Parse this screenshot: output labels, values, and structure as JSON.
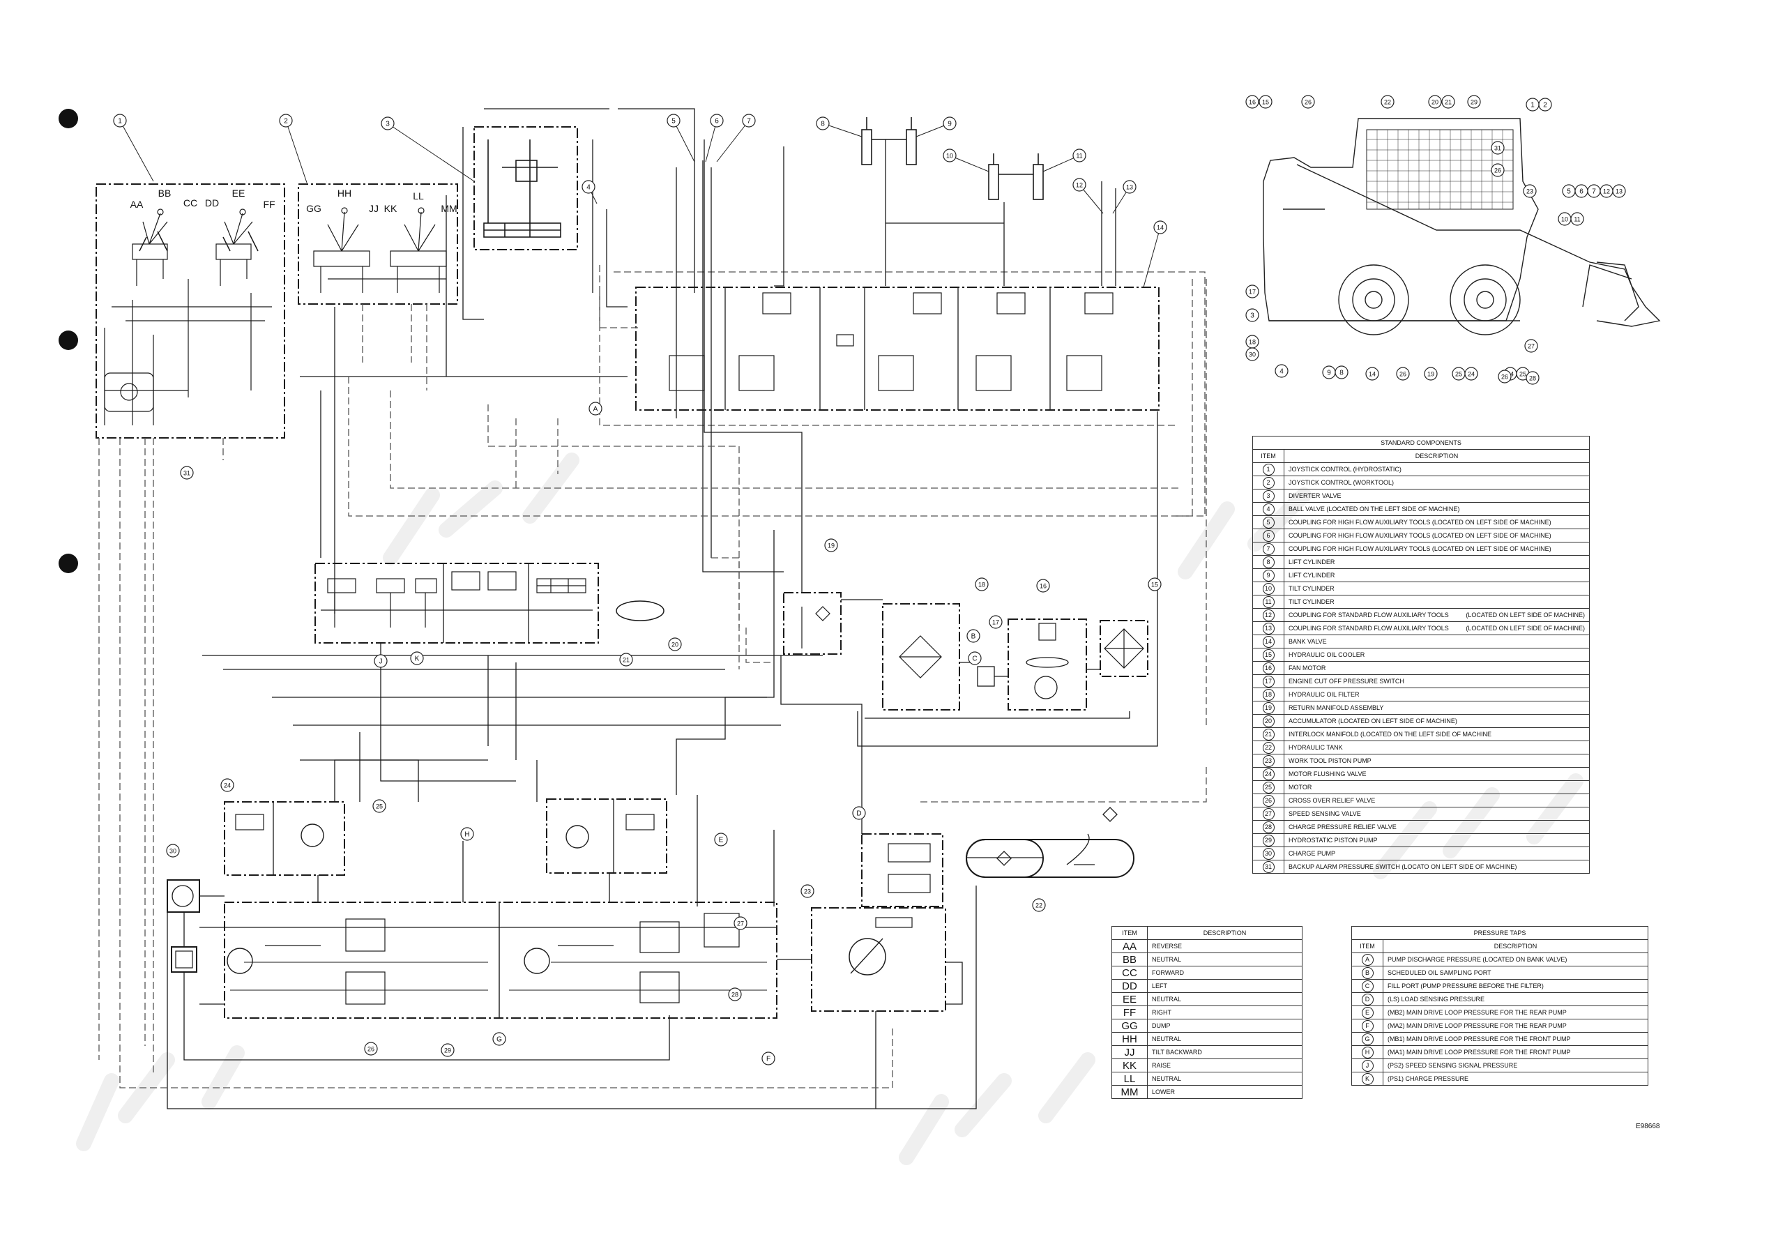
{
  "document_code": "E98668",
  "top_labels": [
    "1",
    "2",
    "3",
    "4",
    "5",
    "6",
    "7",
    "8",
    "9",
    "10",
    "11",
    "12",
    "13",
    "14"
  ],
  "joystick1_labels": [
    "AA",
    "BB",
    "CC",
    "DD",
    "EE",
    "FF"
  ],
  "joystick2_labels": [
    "GG",
    "HH",
    "JJ",
    "KK",
    "LL",
    "MM"
  ],
  "tap_letters": [
    "A",
    "B",
    "C",
    "D",
    "E",
    "F",
    "G",
    "H",
    "J",
    "K"
  ],
  "circuit_numbers": [
    "15",
    "16",
    "17",
    "18",
    "19",
    "20",
    "21",
    "22",
    "23",
    "24",
    "25",
    "26",
    "27",
    "28",
    "29",
    "30",
    "31"
  ],
  "machine_callouts": {
    "top": [
      "16",
      "15",
      "26",
      "22",
      "20",
      "21",
      "29",
      "1",
      "2"
    ],
    "right": [
      "31",
      "26",
      "23",
      "5",
      "6",
      "7",
      "12",
      "13",
      "10",
      "11"
    ],
    "left": [
      "17",
      "3",
      "18",
      "30",
      "4"
    ],
    "bottom": [
      "9",
      "8",
      "14",
      "26",
      "19",
      "25",
      "24",
      "24",
      "25",
      "27",
      "26",
      "28"
    ]
  },
  "standard_components": {
    "title": "STANDARD COMPONENTS",
    "col_item": "ITEM",
    "col_desc": "DESCRIPTION",
    "rows": [
      {
        "n": "1",
        "d": "JOYSTICK CONTROL (HYDROSTATIC)"
      },
      {
        "n": "2",
        "d": "JOYSTICK CONTROL (WORKTOOL)"
      },
      {
        "n": "3",
        "d": "DIVERTER VALVE"
      },
      {
        "n": "4",
        "d": "BALL VALVE (LOCATED ON THE LEFT SIDE OF MACHINE)"
      },
      {
        "n": "5",
        "d": "COUPLING FOR HIGH FLOW AUXILIARY TOOLS (LOCATED ON LEFT SIDE OF MACHINE)"
      },
      {
        "n": "6",
        "d": "COUPLING FOR HIGH FLOW AUXILIARY TOOLS (LOCATED ON LEFT SIDE OF MACHINE)"
      },
      {
        "n": "7",
        "d": "COUPLING FOR HIGH FLOW AUXILIARY TOOLS (LOCATED ON LEFT SIDE OF MACHINE)"
      },
      {
        "n": "8",
        "d": "LIFT CYLINDER"
      },
      {
        "n": "9",
        "d": "LIFT CYLINDER"
      },
      {
        "n": "10",
        "d": "TILT CYLINDER"
      },
      {
        "n": "11",
        "d": "TILT CYLINDER"
      },
      {
        "n": "12",
        "d": "COUPLING FOR STANDARD FLOW AUXILIARY TOOLS",
        "d2": "(LOCATED ON LEFT SIDE OF MACHINE)"
      },
      {
        "n": "13",
        "d": "COUPLING FOR STANDARD FLOW AUXILIARY TOOLS",
        "d2": "(LOCATED ON LEFT SIDE OF MACHINE)"
      },
      {
        "n": "14",
        "d": "BANK VALVE"
      },
      {
        "n": "15",
        "d": "HYDRAULIC OIL COOLER"
      },
      {
        "n": "16",
        "d": "FAN MOTOR"
      },
      {
        "n": "17",
        "d": "ENGINE CUT OFF PRESSURE SWITCH"
      },
      {
        "n": "18",
        "d": "HYDRAULIC OIL FILTER"
      },
      {
        "n": "19",
        "d": "RETURN MANIFOLD ASSEMBLY"
      },
      {
        "n": "20",
        "d": "ACCUMULATOR (LOCATED ON LEFT SIDE OF MACHINE)"
      },
      {
        "n": "21",
        "d": "INTERLOCK MANIFOLD (LOCATED ON THE LEFT SIDE OF MACHINE"
      },
      {
        "n": "22",
        "d": "HYDRAULIC TANK"
      },
      {
        "n": "23",
        "d": "WORK TOOL PISTON PUMP"
      },
      {
        "n": "24",
        "d": "MOTOR FLUSHING VALVE"
      },
      {
        "n": "25",
        "d": "MOTOR"
      },
      {
        "n": "26",
        "d": "CROSS OVER RELIEF VALVE"
      },
      {
        "n": "27",
        "d": "SPEED SENSING VALVE"
      },
      {
        "n": "28",
        "d": "CHARGE PRESSURE RELIEF VALVE"
      },
      {
        "n": "29",
        "d": "HYDROSTATIC PISTON PUMP"
      },
      {
        "n": "30",
        "d": "CHARGE PUMP"
      },
      {
        "n": "31",
        "d": "BACKUP ALARM PRESSURE SWITCH (LOCATO ON LEFT SIDE OF MACHINE)"
      }
    ]
  },
  "joystick_positions": {
    "col_item": "ITEM",
    "col_desc": "DESCRIPTION",
    "rows": [
      {
        "k": "AA",
        "d": "REVERSE"
      },
      {
        "k": "BB",
        "d": "NEUTRAL"
      },
      {
        "k": "CC",
        "d": "FORWARD"
      },
      {
        "k": "DD",
        "d": "LEFT"
      },
      {
        "k": "EE",
        "d": "NEUTRAL"
      },
      {
        "k": "FF",
        "d": "RIGHT"
      },
      {
        "k": "GG",
        "d": "DUMP"
      },
      {
        "k": "HH",
        "d": "NEUTRAL"
      },
      {
        "k": "JJ",
        "d": "TILT BACKWARD"
      },
      {
        "k": "KK",
        "d": "RAISE"
      },
      {
        "k": "LL",
        "d": "NEUTRAL"
      },
      {
        "k": "MM",
        "d": "LOWER"
      }
    ]
  },
  "pressure_taps": {
    "title": "PRESSURE TAPS",
    "col_item": "ITEM",
    "col_desc": "DESCRIPTION",
    "rows": [
      {
        "k": "A",
        "d": "PUMP DISCHARGE PRESSURE (LOCATED ON BANK VALVE)"
      },
      {
        "k": "B",
        "d": "SCHEDULED OIL SAMPLING PORT"
      },
      {
        "k": "C",
        "d": "FILL PORT (PUMP PRESSURE BEFORE THE FILTER)"
      },
      {
        "k": "D",
        "d": "(LS) LOAD SENSING PRESSURE"
      },
      {
        "k": "E",
        "d": "(MB2) MAIN DRIVE LOOP PRESSURE FOR THE REAR PUMP"
      },
      {
        "k": "F",
        "d": "(MA2) MAIN DRIVE LOOP PRESSURE FOR THE REAR PUMP"
      },
      {
        "k": "G",
        "d": "(MB1) MAIN DRIVE LOOP PRESSURE FOR THE FRONT PUMP"
      },
      {
        "k": "H",
        "d": "(MA1) MAIN DRIVE LOOP PRESSURE FOR THE FRONT PUMP"
      },
      {
        "k": "J",
        "d": "(PS2) SPEED SENSING SIGNAL PRESSURE"
      },
      {
        "k": "K",
        "d": "(PS1) CHARGE PRESSURE"
      }
    ]
  },
  "colors": {
    "ink": "#1a1a1a",
    "dash": "#555555",
    "watermark": "#eeeeee"
  }
}
